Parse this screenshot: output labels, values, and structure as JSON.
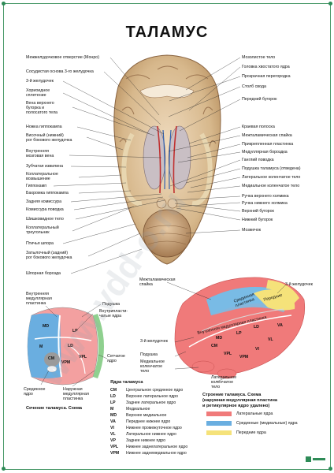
{
  "title": "ТАЛАМУС",
  "left_labels": [
    "Межжелудочковое отверстие (Монро)",
    "Сосудистая основа 3-го желудочка",
    "3-й желудочек",
    "Хориоидное\nсплетение",
    "Вена верхнего\nбугорка и\nполосатого тела",
    "Ножка гиппокампа",
    "Височный (нижний)\nрог бокового желудочка",
    "Внутренняя\nмозговая вена",
    "Зубчатая извилина",
    "Коллатеральное\nвозвышение",
    "Гиппокамп",
    "Бахромка гиппокампа",
    "Задняя комиссура",
    "Комиссура поводка",
    "Шишковидное тело",
    "Коллатеральный\nтреугольник",
    "Птичья шпора",
    "Затылочный (задний)\nрог бокового желудочка",
    "Шпорная борозда"
  ],
  "right_labels": [
    "Мозолистое тело",
    "Головка хвостатого ядра",
    "Прозрачная перегородка",
    "Столб свода",
    "Передний бугорок",
    "Краевая полоска",
    "Межталамическая спайка",
    "Прикрепленная пластинка",
    "Медуллярная бороздка",
    "Ганглий поводка",
    "Подушка таламуса (отведена)",
    "Латеральное коленчатое тело",
    "Медиальное коленчатое тело",
    "Ручка верхнего холмика",
    "Ручка нижнего холмика",
    "Верхний бугорок",
    "Нижний бугорок",
    "Мозжечок"
  ],
  "section": {
    "labels": {
      "internal_lamina": "Внутренняя\nмедуллярная\nпластинка",
      "pulvinar": "Подушка",
      "intralaminar": "Внутрипласти-\nчатые ядра",
      "reticular": "Сетчатое\nядро",
      "median": "Срединное\nядро",
      "external_lamina": "Наружная\nмедуллярная\nпластинка"
    },
    "nuclei": [
      "MD",
      "LP",
      "M",
      "LD",
      "CM",
      "VPM",
      "VPL"
    ],
    "caption": "Сечение таламуса. Схема"
  },
  "nuclei_list": {
    "heading": "Ядра таламуса",
    "items": [
      {
        "abbr": "CM",
        "name": "Центральное срединное ядро"
      },
      {
        "abbr": "LD",
        "name": "Верхнее латеральное ядро"
      },
      {
        "abbr": "LP",
        "name": "Заднее латеральное ядро"
      },
      {
        "abbr": "M",
        "name": "Медиальное"
      },
      {
        "abbr": "MD",
        "name": "Верхнее медиальное"
      },
      {
        "abbr": "VA",
        "name": "Переднее нижнее ядро"
      },
      {
        "abbr": "VI",
        "name": "Нижнее промежуточное ядро"
      },
      {
        "abbr": "VL",
        "name": "Латеральное нижнее ядро"
      },
      {
        "abbr": "VP",
        "name": "Заднее нижнее ядро"
      },
      {
        "abbr": "VPL",
        "name": "Нижнее заднелатеральное ядро"
      },
      {
        "abbr": "VPM",
        "name": "Нижнее заднемедиальное ядро"
      }
    ]
  },
  "scheme": {
    "labels": {
      "adhesion": "Межталамическая\nспайка",
      "third_top": "3-й желудочек",
      "third_bottom": "3-й желудочек",
      "pulvinar": "Подушка",
      "mgb": "Медиальное\nколенчатое\nтело",
      "lgb": "Латеральное\nколенчатое\nтело",
      "median_curve": "Срединная\nпластинка",
      "anterior": "Передние",
      "internal_lamina": "Внутренняя медуллярная пластинка"
    },
    "nuclei": [
      "LP",
      "LD",
      "VL",
      "VA",
      "VI",
      "VPL",
      "VPM",
      "MD",
      "CM"
    ],
    "caption": "Строение таламуса. Схема\n(наружная медуллярная пластина\nи ретикулярное ядро удалено)"
  },
  "legend": [
    {
      "label": "Латеральные ядра",
      "color": "#f07a7a"
    },
    {
      "label": "Срединные (медиальные) ядра",
      "color": "#6aaee0"
    },
    {
      "label": "Передние ядра",
      "color": "#f5e27a"
    }
  ],
  "watermark": "www.vdd-o.ru"
}
